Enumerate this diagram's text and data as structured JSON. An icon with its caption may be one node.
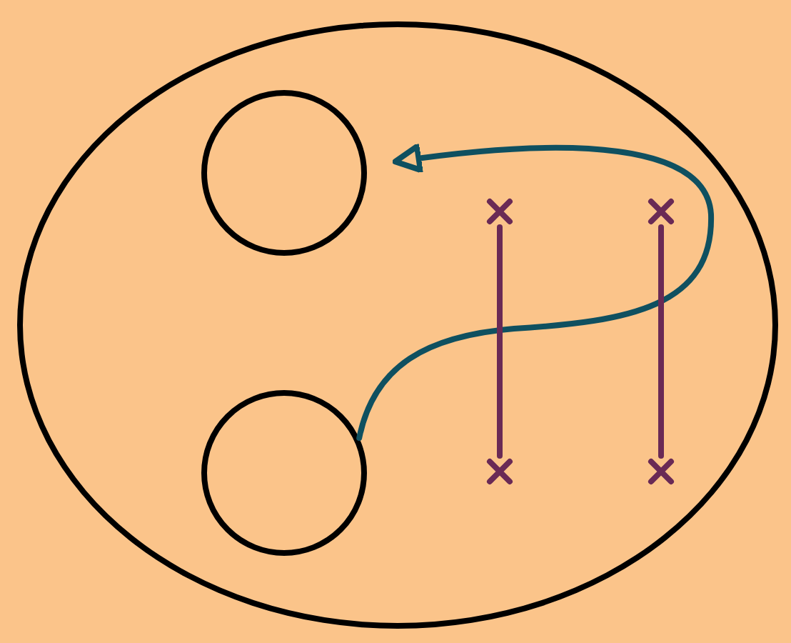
{
  "diagram": {
    "nodes": [
      {
        "text": [],
        "shape": "circle"
      },
      {
        "text": [],
        "shape": "circle",
        "in": 0
      },
      {
        "text": [],
        "shape": "circle",
        "in": 0
      },
      {
        "text": [],
        "shape": "cross",
        "in": 0
      },
      {
        "text": [],
        "shape": "cross",
        "in": 0
      },
      {
        "text": [],
        "shape": "cross",
        "in": 0
      },
      {
        "text": [],
        "shape": "cross",
        "in": 0
      }
    ],
    "edges": [
      {
        "from": 2,
        "to": 1,
        "arrow": "to",
        "color": "#0f5060"
      },
      {
        "from": 3,
        "to": 5,
        "arrow": "none"
      },
      {
        "from": 4,
        "to": 6,
        "arrow": "none"
      }
    ]
  }
}
